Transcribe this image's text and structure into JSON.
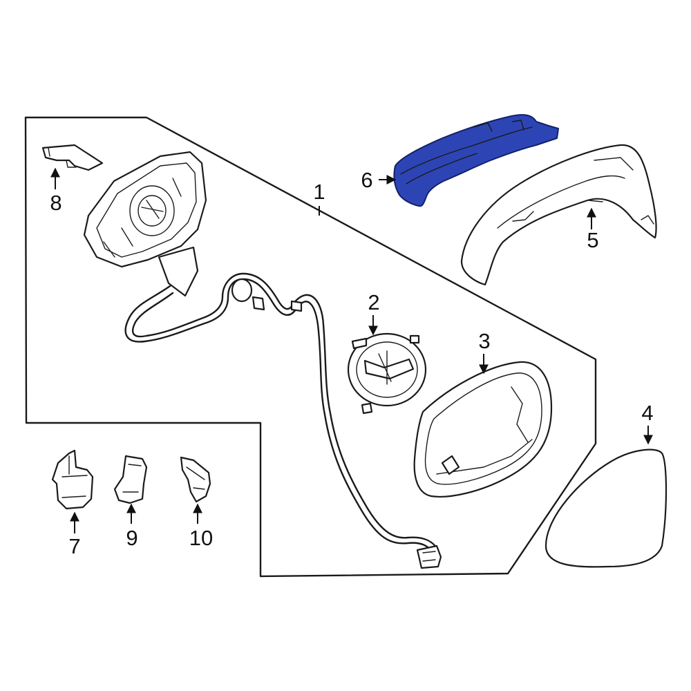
{
  "diagram": {
    "highlight_color": "#2d45b4",
    "parts": [
      {
        "number": "1",
        "name": "mirror assembly"
      },
      {
        "number": "2",
        "name": "mirror motor"
      },
      {
        "number": "3",
        "name": "mirror housing frame"
      },
      {
        "number": "4",
        "name": "mirror glass"
      },
      {
        "number": "5",
        "name": "mirror cover"
      },
      {
        "number": "6",
        "name": "turn signal lamp",
        "highlighted": true
      },
      {
        "number": "7",
        "name": "clip"
      },
      {
        "number": "8",
        "name": "bracket"
      },
      {
        "number": "9",
        "name": "clip"
      },
      {
        "number": "10",
        "name": "clip"
      }
    ]
  }
}
